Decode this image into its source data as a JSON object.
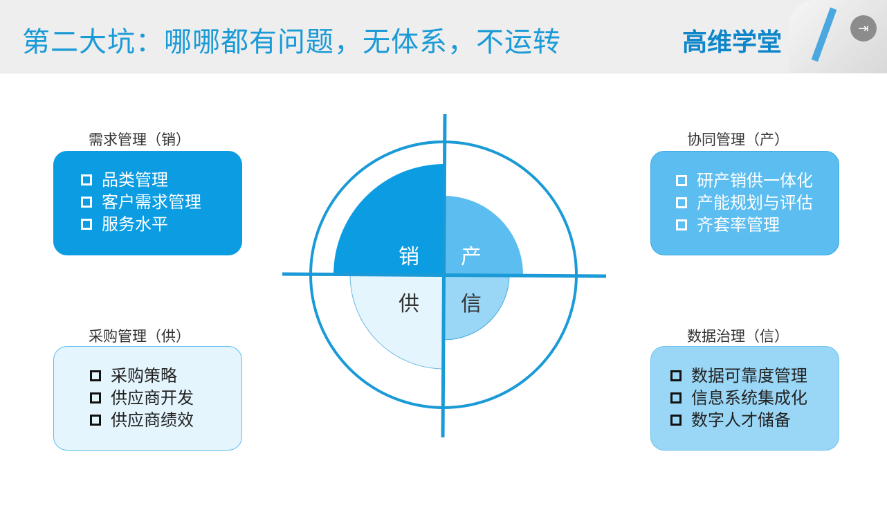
{
  "header": {
    "title": "第二大坑：哪哪都有问题，无体系，不运转",
    "brand": "高维学堂",
    "exit_icon": "exit-icon"
  },
  "quadrants": {
    "sales": "销",
    "production": "产",
    "supply": "供",
    "info": "信"
  },
  "boxes": [
    {
      "label": "需求管理（销）",
      "items": [
        "品类管理",
        "客户需求管理",
        "服务水平"
      ]
    },
    {
      "label": "协同管理（产）",
      "items": [
        "研产销供一体化",
        "产能规划与评估",
        "齐套率管理"
      ]
    },
    {
      "label": "采购管理（供）",
      "items": [
        "采购策略",
        "供应商开发",
        "供应商绩效"
      ]
    },
    {
      "label": "数据治理（信）",
      "items": [
        "数据可靠度管理",
        "信息系统集成化",
        "数字人才储备"
      ]
    }
  ],
  "colors": {
    "primary": "#0b9ce2",
    "medium": "#5bbdf0",
    "light": "#9ad7f6",
    "pale": "#e4f5fd"
  }
}
